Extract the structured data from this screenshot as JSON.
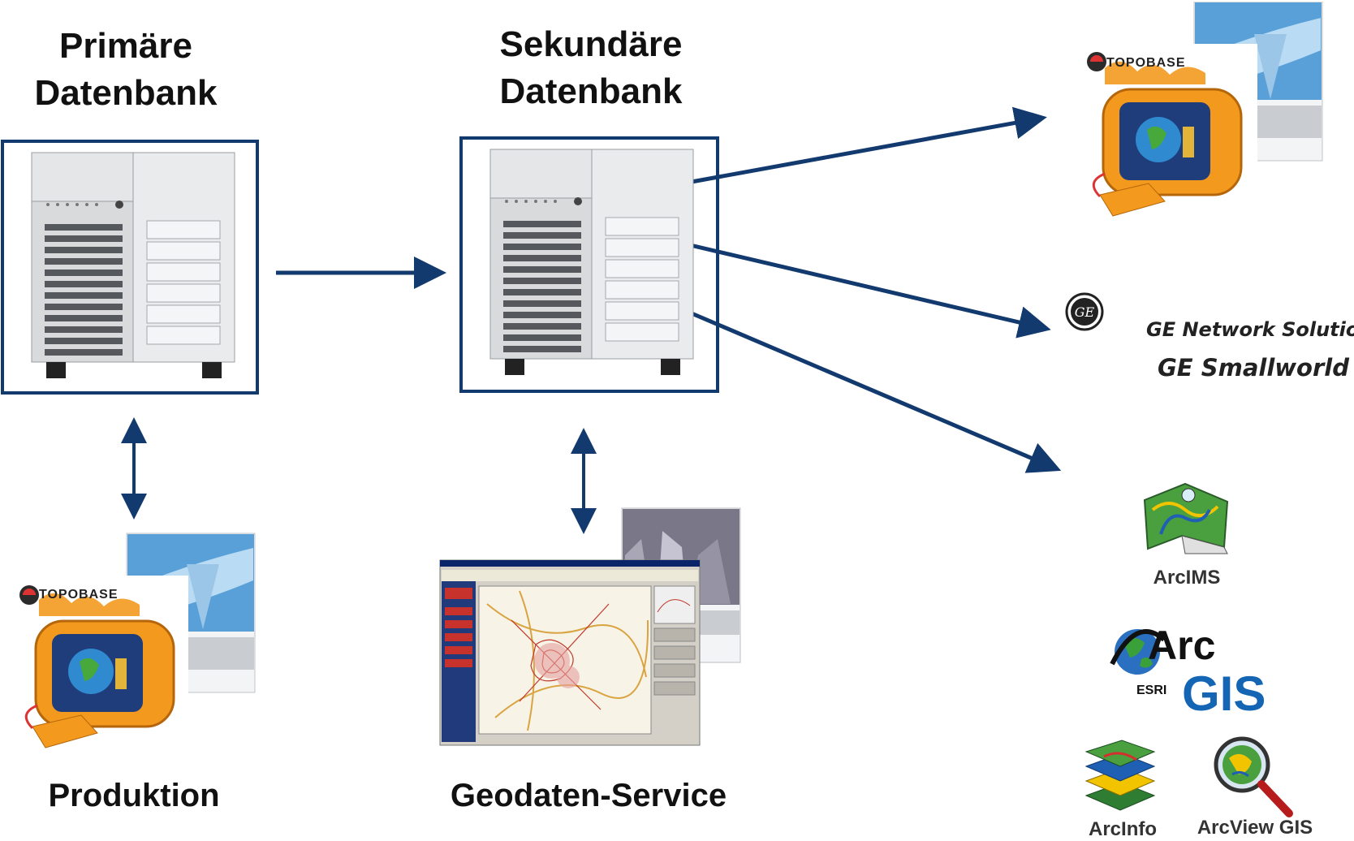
{
  "primary": {
    "title_line1": "Primäre",
    "title_line2": "Datenbank"
  },
  "secondary": {
    "title_line1": "Sekundäre",
    "title_line2": "Datenbank"
  },
  "production": {
    "caption": "Produktion",
    "logo": "TOPOBASE"
  },
  "geodata": {
    "caption": "Geodaten-Service"
  },
  "targets": {
    "topobase_logo": "TOPOBASE",
    "ge": {
      "line1": "GE Network Solutions",
      "line2": "GE Smallworld"
    },
    "arcims": "ArcIMS",
    "arcgis": {
      "esri": "ESRI",
      "arc": "Arc",
      "gis": "GIS"
    },
    "arcinfo": "ArcInfo",
    "arcview": "ArcView GIS"
  },
  "colors": {
    "frame": "#123a6e",
    "arrow": "#123a6e",
    "monitor": "#f39a1e",
    "gis_blue": "#1565b5"
  },
  "icons": [
    "server-icon",
    "topobase-computer-icon",
    "ge-logo-icon",
    "arcims-map-icon",
    "arcgis-globe-icon",
    "arcinfo-layers-icon",
    "arcview-magnifier-icon",
    "web-map-screenshot"
  ]
}
